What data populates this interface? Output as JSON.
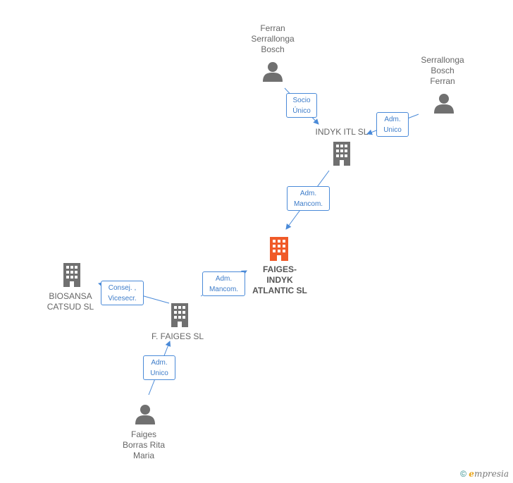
{
  "nodes": {
    "ferran_sb": {
      "label": "Ferran\nSerrallonga\nBosch",
      "kind": "person"
    },
    "serrallonga_bf": {
      "label": "Serrallonga\nBosch\nFerran",
      "kind": "person"
    },
    "indyk_itl": {
      "label": "INDYK ITL  SL",
      "kind": "company"
    },
    "faiges_indyk": {
      "label": "FAIGES-\nINDYK\nATLANTIC  SL",
      "kind": "company-main"
    },
    "biosansa": {
      "label": "BIOSANSA\nCATSUD  SL",
      "kind": "company"
    },
    "f_faiges": {
      "label": "F.  FAIGES  SL",
      "kind": "company"
    },
    "faiges_borras": {
      "label": "Faiges\nBorras Rita\nMaria",
      "kind": "person"
    }
  },
  "edges": [
    {
      "from": "ferran_sb",
      "to": "indyk_itl",
      "label": "Socio\nÚnico"
    },
    {
      "from": "serrallonga_bf",
      "to": "indyk_itl",
      "label": "Adm.\nUnico"
    },
    {
      "from": "indyk_itl",
      "to": "faiges_indyk",
      "label": "Adm.\nMancom."
    },
    {
      "from": "f_faiges",
      "to": "faiges_indyk",
      "label": "Adm.\nMancom."
    },
    {
      "from": "f_faiges",
      "to": "biosansa",
      "label": "Consej. ,\nVicesecr."
    },
    {
      "from": "faiges_borras",
      "to": "f_faiges",
      "label": "Adm.\nUnico"
    }
  ],
  "colors": {
    "person": "#707070",
    "company": "#707070",
    "main_company": "#f05a28",
    "edge": "#4a8ad8"
  },
  "watermark": {
    "copyright": "©",
    "brand_initial": "e",
    "brand_rest": "mpresia"
  }
}
